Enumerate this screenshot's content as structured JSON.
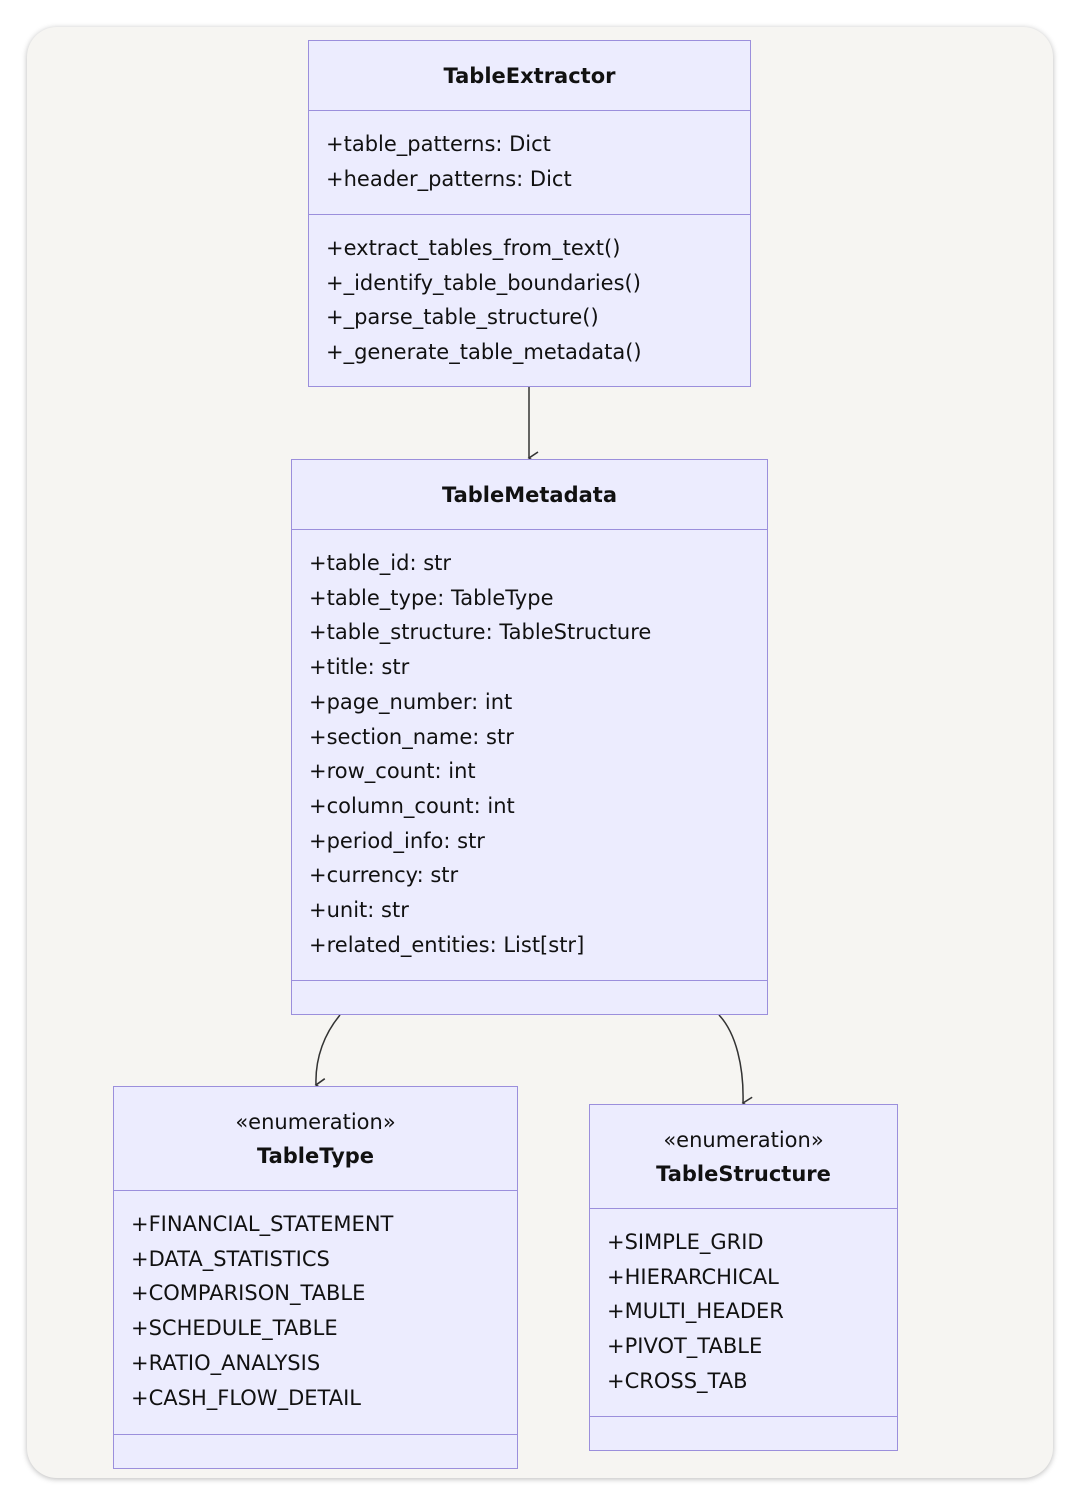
{
  "classes": {
    "extractor": {
      "name": "TableExtractor",
      "attributes": [
        "+table_patterns: Dict",
        "+header_patterns: Dict"
      ],
      "methods": [
        "+extract_tables_from_text()",
        "+_identify_table_boundaries()",
        "+_parse_table_structure()",
        "+_generate_table_metadata()"
      ]
    },
    "metadata": {
      "name": "TableMetadata",
      "attributes": [
        "+table_id: str",
        "+table_type: TableType",
        "+table_structure: TableStructure",
        "+title: str",
        "+page_number: int",
        "+section_name: str",
        "+row_count: int",
        "+column_count: int",
        "+period_info: str",
        "+currency: str",
        "+unit: str",
        "+related_entities: List[str]"
      ],
      "methods": []
    },
    "table_type": {
      "stereotype": "«enumeration»",
      "name": "TableType",
      "values": [
        "+FINANCIAL_STATEMENT",
        "+DATA_STATISTICS",
        "+COMPARISON_TABLE",
        "+SCHEDULE_TABLE",
        "+RATIO_ANALYSIS",
        "+CASH_FLOW_DETAIL"
      ]
    },
    "table_structure": {
      "stereotype": "«enumeration»",
      "name": "TableStructure",
      "values": [
        "+SIMPLE_GRID",
        "+HIERARCHICAL",
        "+MULTI_HEADER",
        "+PIVOT_TABLE",
        "+CROSS_TAB"
      ]
    }
  },
  "relationships": [
    {
      "from": "TableExtractor",
      "to": "TableMetadata"
    },
    {
      "from": "TableMetadata",
      "to": "TableType"
    },
    {
      "from": "TableMetadata",
      "to": "TableStructure"
    }
  ],
  "colors": {
    "class_fill": "#ececfe",
    "class_border": "#9b8fdc",
    "edge": "#333333",
    "background": "#f6f5f2"
  }
}
